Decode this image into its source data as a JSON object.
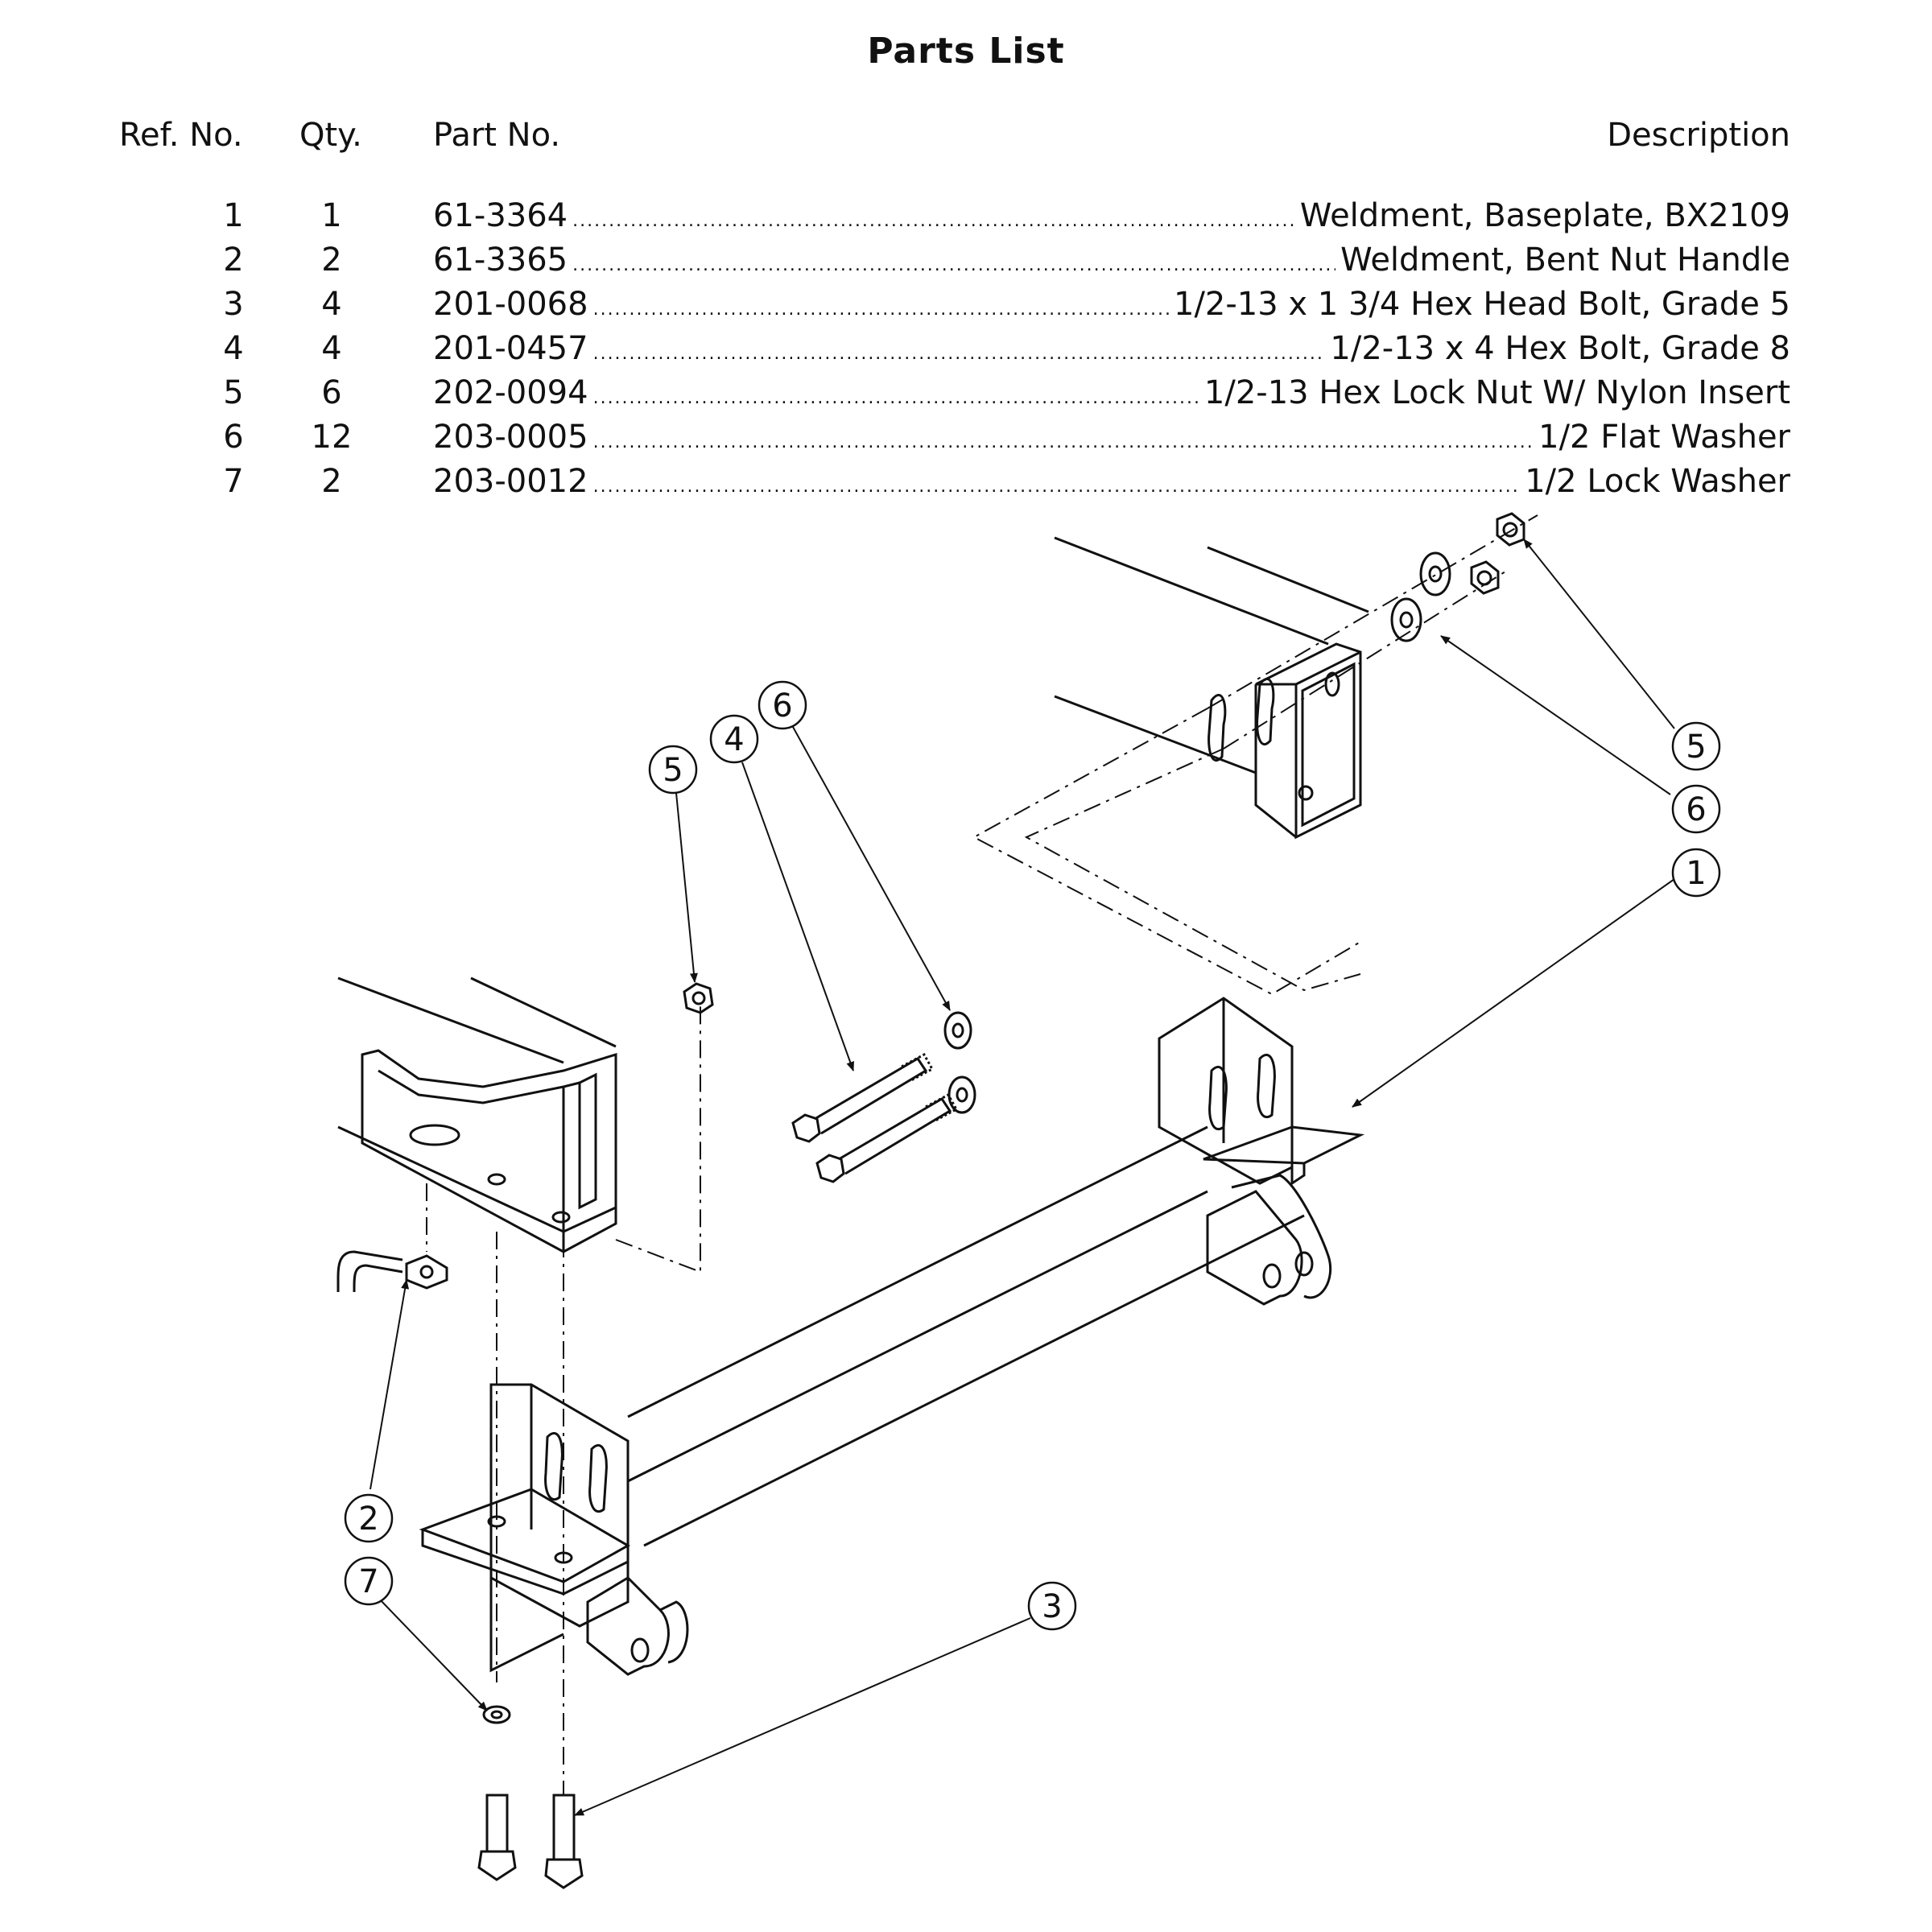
{
  "page": {
    "title": "Parts List"
  },
  "table": {
    "headers": {
      "ref": "Ref. No.",
      "qty": "Qty.",
      "part": "Part No.",
      "desc": "Description"
    },
    "rows": [
      {
        "ref": "1",
        "qty": "1",
        "part": "61-3364",
        "desc": "Weldment, Baseplate, BX2109"
      },
      {
        "ref": "2",
        "qty": "2",
        "part": "61-3365",
        "desc": "Weldment, Bent Nut Handle"
      },
      {
        "ref": "3",
        "qty": "4",
        "part": "201-0068",
        "desc": "1/2-13 x 1 3/4 Hex Head Bolt, Grade 5"
      },
      {
        "ref": "4",
        "qty": "4",
        "part": "201-0457",
        "desc": "1/2-13 x 4 Hex Bolt, Grade 8"
      },
      {
        "ref": "5",
        "qty": "6",
        "part": "202-0094",
        "desc": "1/2-13 Hex Lock Nut W/ Nylon Insert"
      },
      {
        "ref": "6",
        "qty": "12",
        "part": "203-0005",
        "desc": "1/2 Flat Washer"
      },
      {
        "ref": "7",
        "qty": "2",
        "part": "203-0012",
        "desc": "1/2 Lock Washer"
      }
    ]
  },
  "diagram": {
    "callouts": {
      "c5a": "5",
      "c4": "4",
      "c6a": "6",
      "c5b": "5",
      "c6b": "6",
      "c1": "1",
      "c2": "2",
      "c7": "7",
      "c3": "3"
    }
  }
}
